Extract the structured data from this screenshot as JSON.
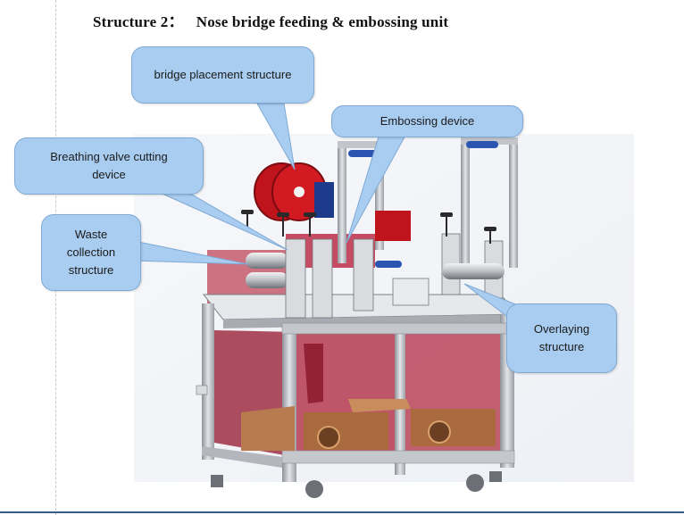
{
  "title": {
    "prefix": "Structure 2：",
    "text": "Nose bridge feeding & embossing unit"
  },
  "callouts": {
    "bridge_placement": "bridge placement structure",
    "embossing": "Embossing device",
    "breathing_valve": "Breathing valve cutting device",
    "waste": "Waste collection structure",
    "overlaying": "Overlaying structure"
  },
  "colors": {
    "callout_fill": "#a9cdf0",
    "frame": "#b8bcc2",
    "panel_red": "#b5384f",
    "spool_red": "#c0141c",
    "box_brown": "#a96a3e",
    "roller_blue": "#2b55b0"
  }
}
